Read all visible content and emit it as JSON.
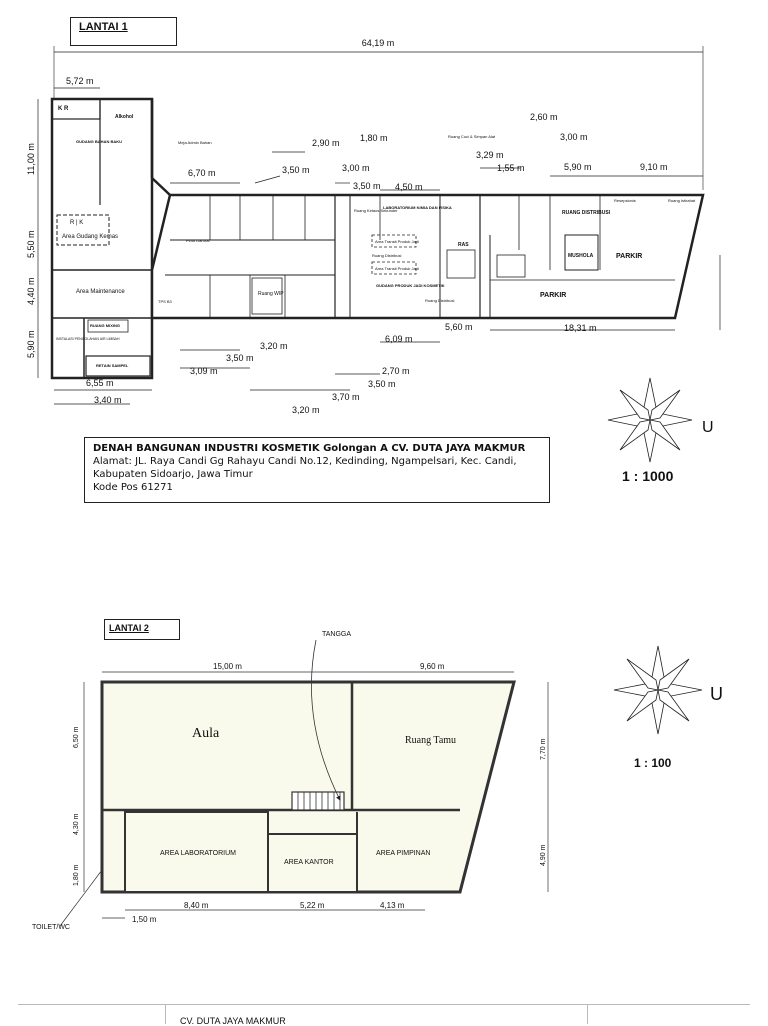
{
  "floor1": {
    "title": "LANTAI 1",
    "dimensions": {
      "total": "64,19 m",
      "d572": "5,72 m",
      "d1100": "11,00 m",
      "d550": "5,50 m",
      "d440": "4,40 m",
      "d590": "5,90 m",
      "d655": "6,55 m",
      "d340": "3,40 m",
      "d670": "6,70 m",
      "d350a": "3,50 m",
      "d290": "2,90 m",
      "d180": "1,80 m",
      "d300a": "3,00 m",
      "d350b": "3,50 m",
      "d450": "4,50 m",
      "d329": "3,29 m",
      "d155": "1,55 m",
      "d260": "2,60 m",
      "d300b": "3,00 m",
      "d590b": "5,90 m",
      "d910": "9,10 m",
      "d560": "5,60 m",
      "d1831": "18,31 m",
      "d609": "6,09 m",
      "d320a": "3,20 m",
      "d350c": "3,50 m",
      "d309": "3,09 m",
      "d270": "2,70 m",
      "d350d": "3,50 m",
      "d370": "3,70 m",
      "d320b": "3,20 m"
    },
    "rooms": {
      "kr": "K  R",
      "alkohol": "Alkohol",
      "gudang": "GUDANG BAHAN BAKU",
      "rk": "R  |  K",
      "gudang_kemas": "Area Gudang Kemas",
      "maintenance": "Area Maintenance",
      "ruang_mixing": "RUANG MIXING",
      "ruang_sampel": "RETAIN SAMPEL",
      "instalasi": "INSTALASI PENGOLAHAN AIR LIMBAH",
      "meja_admin": "Meja Admin Bahan",
      "pintu_darurat": "Pintu Darurat",
      "tps": "TPS B3",
      "ruang_wip": "Ruang WIP",
      "ruang_ketaos": "Ruang Ketaos Sekunder",
      "lab": "LABORATORIUM KIMIA DAN FISIKA",
      "ruang_distribusi": "Ruang Distribusi",
      "gudang_produk": "GUDANG PRODUK JADI KOSMETIK",
      "ruang_distribusi2": "Ruang Distribusi",
      "karantina": "Area Transit Produk Jadi",
      "transit": "Area Transit Produk Jadi",
      "ruang_cuci": "Ruang Cuci & Simpan Alat",
      "ras": "RAS",
      "ruang_distribusi_big": "RUANG DISTRIBUSI",
      "mushola": "MUSHOLA",
      "parkir1": "PARKIR",
      "parkir2": "PARKIR",
      "resepsionis": "Resepsionis",
      "ruang_istirahat": "Ruang Istirahat"
    },
    "scale": "1 : 1000",
    "compass_label": "U"
  },
  "info": {
    "title": "DENAH BANGUNAN INDUSTRI KOSMETIK Golongan A CV. DUTA JAYA MAKMUR",
    "address1": "Alamat: JL. Raya Candi Gg Rahayu Candi No.12, Kedinding, Ngampelsari, Kec. Candi,",
    "address2": "Kabupaten Sidoarjo, Jawa Timur",
    "postal": "Kode Pos 61271"
  },
  "floor2": {
    "title": "LANTAI 2",
    "tangga": "TANGGA",
    "dims": {
      "top1": "15,00 m",
      "top2": "9,60 m",
      "left1": "6,50 m",
      "left2": "4,30 m",
      "left3": "1,80 m",
      "right1": "7,70 m",
      "right2": "4,90 m",
      "bot1": "8,40 m",
      "bot2": "5,22 m",
      "bot3": "4,13 m",
      "bot4": "1,50 m"
    },
    "rooms": {
      "aula": "Aula",
      "ruang_tamu": "Ruang Tamu",
      "lab": "AREA LABORATORIUM",
      "kantor": "AREA KANTOR",
      "pimpinan": "AREA PIMPINAN",
      "toilet": "TOILET/WC"
    },
    "scale": "1 : 100",
    "compass_label": "U"
  },
  "footer": {
    "company": "CV. DUTA JAYA MAKMUR"
  }
}
